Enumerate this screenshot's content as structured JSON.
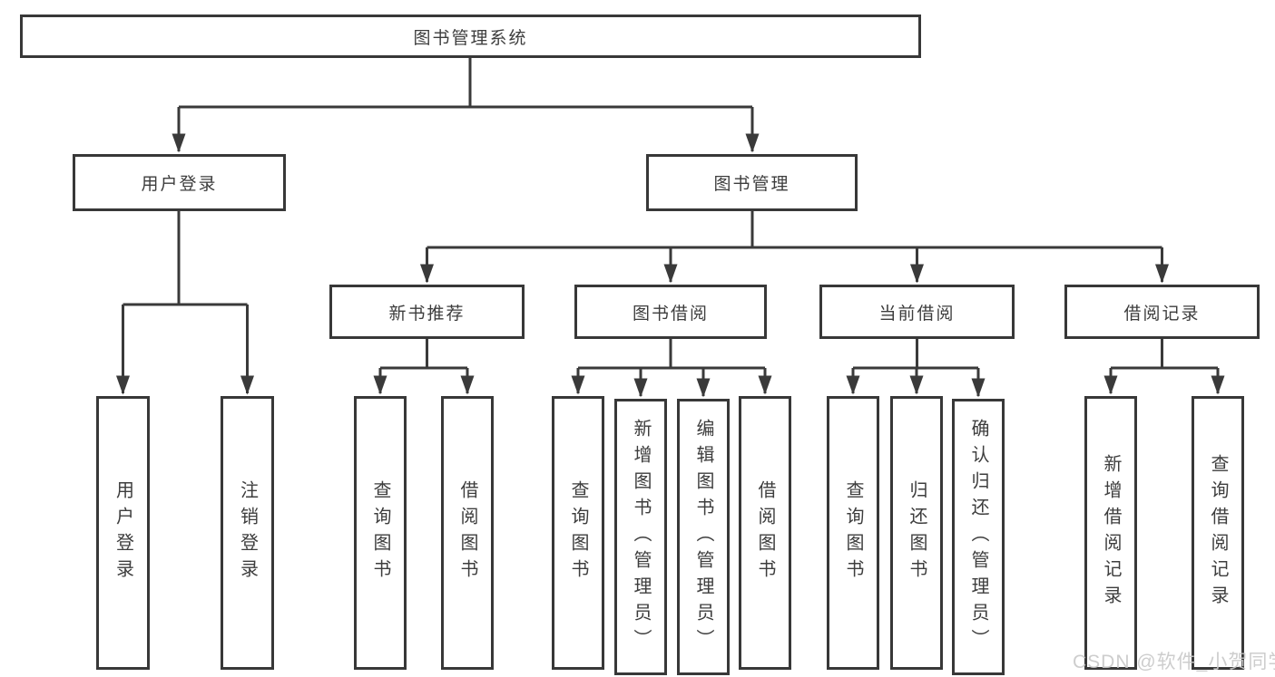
{
  "diagram": {
    "nodes": {
      "root": {
        "label": "图书管理系统"
      },
      "user_login": {
        "label": "用户登录"
      },
      "book_mgmt": {
        "label": "图书管理"
      },
      "new_books": {
        "label": "新书推荐"
      },
      "book_borrow": {
        "label": "图书借阅"
      },
      "current_borrow": {
        "label": "当前借阅"
      },
      "borrow_records": {
        "label": "借阅记录"
      },
      "leaf_user_login": {
        "label": "用户登录"
      },
      "leaf_logout": {
        "label": "注销登录"
      },
      "leaf_nb_query": {
        "label": "查询图书"
      },
      "leaf_nb_borrow": {
        "label": "借阅图书"
      },
      "leaf_bb_query": {
        "label": "查询图书"
      },
      "leaf_bb_add": {
        "label": "新增图书（管理员）"
      },
      "leaf_bb_edit": {
        "label": "编辑图书（管理员）"
      },
      "leaf_bb_borrow": {
        "label": "借阅图书"
      },
      "leaf_cb_query": {
        "label": "查询图书"
      },
      "leaf_cb_return": {
        "label": "归还图书"
      },
      "leaf_cb_confirm": {
        "label": "确认归还（管理员）"
      },
      "leaf_br_add": {
        "label": "新增借阅记录"
      },
      "leaf_br_query": {
        "label": "查询借阅记录"
      }
    },
    "colors": {
      "line": "#3a3a3a",
      "text": "#3d3d3d",
      "box_background": "#ffffff",
      "page_background": "#ffffff",
      "watermark": "#c9c9c9"
    },
    "watermark": "CSDN @软件_小贺同学"
  }
}
